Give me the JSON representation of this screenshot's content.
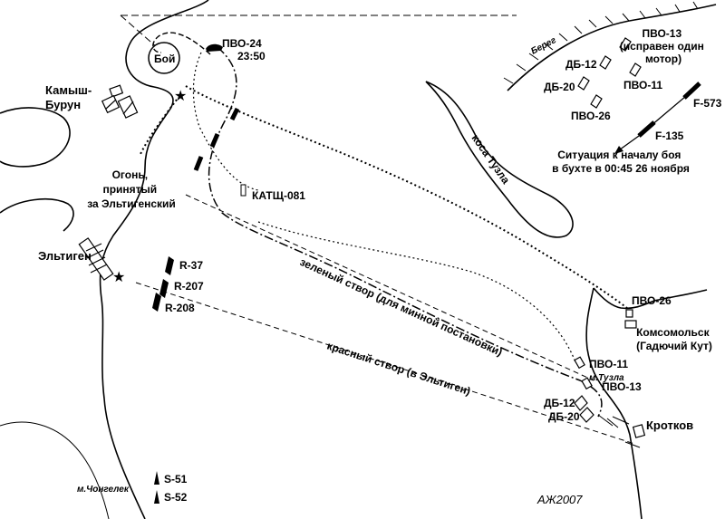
{
  "labels": {
    "kamysh_burun": "Камыш-\nБурун",
    "boy": "Бой",
    "pvo24": "ПВО-24",
    "time_2350": "23:50",
    "ogon": "Огонь,\nпринятый\nза Эльтигенский",
    "katsch": "КАТЩ-081",
    "eltigen": "Эльтиген",
    "r37": "R-37",
    "r207": "R-207",
    "r208": "R-208",
    "kosa_tuzla": "коса Тузла",
    "bereg": "Берег",
    "pvo13_legend": "ПВО-13\n(исправен один\nмотор)",
    "db12_legend": "ДБ-12",
    "db20_legend": "ДБ-20",
    "pvo11_legend": "ПВО-11",
    "pvo26_legend": "ПВО-26",
    "f573": "F-573",
    "f135": "F-135",
    "situation": "Ситуация к началу боя\nв бухте в 00:45 26 ноября",
    "green_line": "зеленый створ (для минной постановки)",
    "red_line": "красный створ (в Эльтиген)",
    "pvo26": "ПВО-26",
    "komsomolsk": "Комсомольск\n(Гадючий Кут)",
    "pvo11": "ПВО-11",
    "m_tuzla": "м.Тузла",
    "pvo13": "ПВО-13",
    "db12": "ДБ-12",
    "db20": "ДБ-20",
    "krotkov": "Кротков",
    "m_chongelek": "м.Чонгелек",
    "s51": "S-51",
    "s52": "S-52",
    "signature": "АЖ2007"
  }
}
